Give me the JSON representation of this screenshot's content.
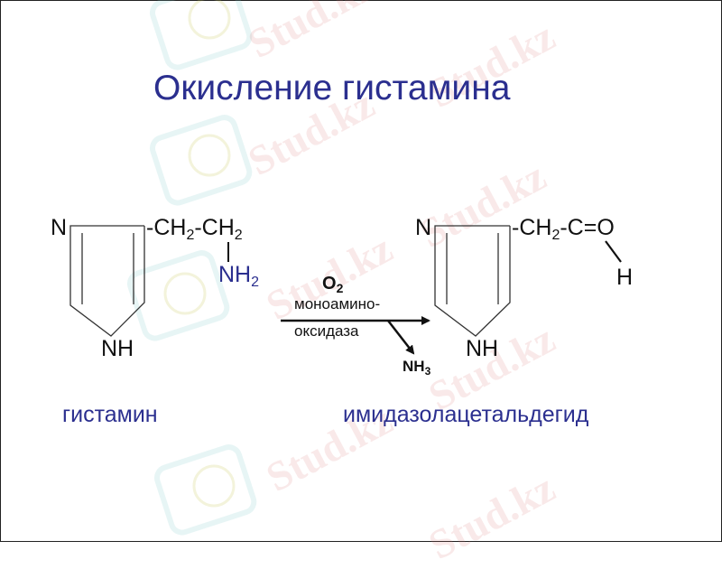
{
  "slide": {
    "title": "Окисление гистамина",
    "watermark": "Stud.kz",
    "colors": {
      "title": "#2b2f8f",
      "text": "#111111",
      "watermark": "#d77878"
    }
  },
  "reactant": {
    "ring_n": "N",
    "ring_nh": "NH",
    "chain_prefix": "-CH",
    "chain_sub1": "2",
    "chain_mid": "-CH",
    "chain_sub2": "2",
    "amine": "NH",
    "amine_sub": "2",
    "caption": "гистамин"
  },
  "reaction": {
    "reagent": "O",
    "reagent_sub": "2",
    "enzyme_line1": "моноамино-",
    "enzyme_line2": "оксидаза",
    "byproduct": "NH",
    "byproduct_sub": "3"
  },
  "product": {
    "ring_n": "N",
    "ring_nh": "NH",
    "chain_prefix": "-CH",
    "chain_sub1": "2",
    "chain_mid": "-C=O",
    "aldehyde_h": "H",
    "caption": "имидазолацетальдегид"
  }
}
